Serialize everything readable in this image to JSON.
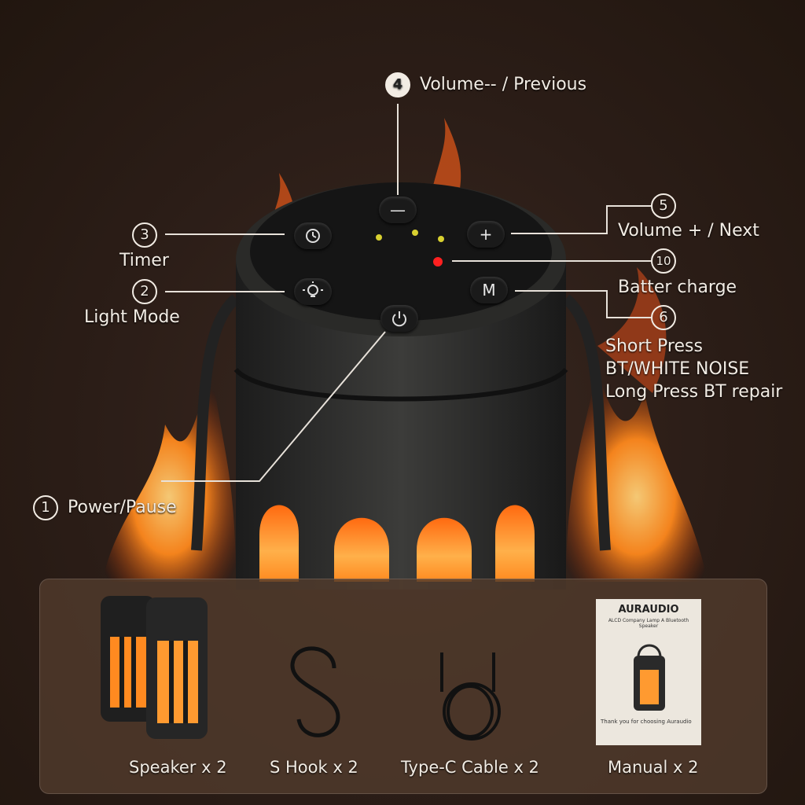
{
  "callouts": {
    "c4": {
      "number": "4",
      "text": "Volume-- / Previous"
    },
    "c5": {
      "number": "5",
      "text": "Volume + / Next"
    },
    "c3": {
      "number": "3",
      "text": "Timer"
    },
    "c10": {
      "number": "10",
      "text": "Batter charge"
    },
    "c2": {
      "number": "2",
      "text": "Light Mode"
    },
    "c6": {
      "number": "6",
      "lines": [
        "Short Press",
        "BT/WHITE NOISE",
        "Long Press BT repair"
      ]
    },
    "c1": {
      "number": "1",
      "text": "Power/Pause"
    }
  },
  "buttons": {
    "minus": "—",
    "plus": "+",
    "mode": "M"
  },
  "accessories": [
    {
      "label": "Speaker x 2"
    },
    {
      "label": "S Hook x 2"
    },
    {
      "label": "Type-C Cable x 2"
    },
    {
      "label": "Manual x 2"
    }
  ],
  "manual": {
    "brand": "AURAUDIO",
    "subtitle": "ALCD Company Lamp A Bluetooth Speaker",
    "thanks": "Thank you for choosing Auraudio"
  },
  "colors": {
    "flame": "#ff7a1a",
    "indicator_red": "#ff2020",
    "indicator_yellow": "#d8d030"
  }
}
